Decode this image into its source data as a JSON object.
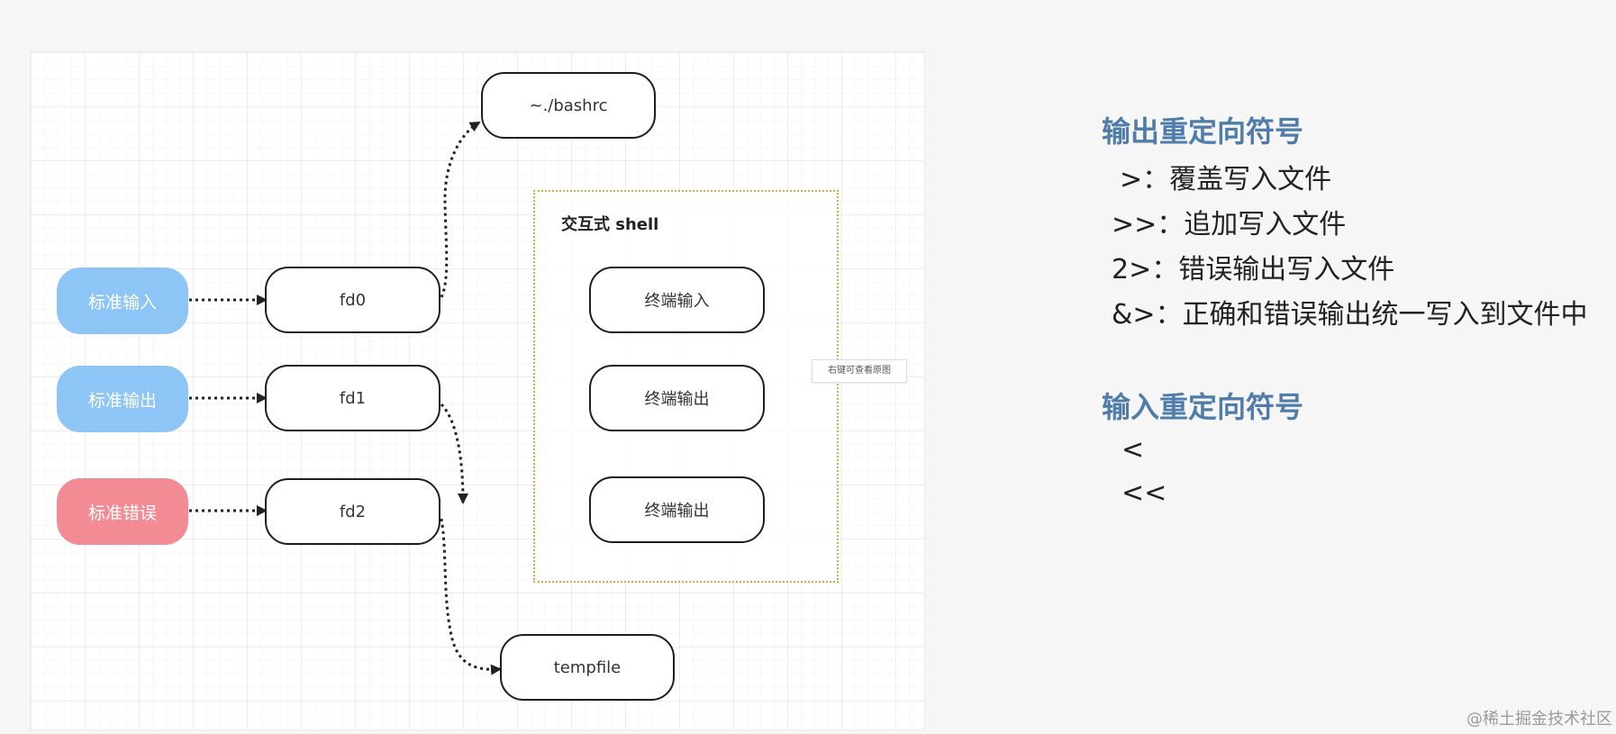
{
  "diagram": {
    "sources": [
      {
        "label": "标准输入",
        "color": "#8ec5f7"
      },
      {
        "label": "标准输出",
        "color": "#8ec5f7"
      },
      {
        "label": "标准错误",
        "color": "#f28b93"
      }
    ],
    "descriptors": [
      {
        "label": "fd0"
      },
      {
        "label": "fd1"
      },
      {
        "label": "fd2"
      }
    ],
    "bashrc": {
      "label": "~./bashrc"
    },
    "tempfile": {
      "label": "tempfile"
    },
    "shell": {
      "title": "交互式 shell",
      "items": [
        {
          "label": "终端输入"
        },
        {
          "label": "终端输出"
        },
        {
          "label": "终端输出"
        }
      ]
    },
    "tooltip": "右键可查看原图"
  },
  "panel": {
    "output_heading": "输出重定向符号",
    "output_items": [
      ">：覆盖写入文件",
      ">>：追加写入文件",
      "2>：错误输出写入文件",
      "&>：正确和错误输出统一写入到文件中"
    ],
    "input_heading": "输入重定向符号",
    "input_items": [
      "<",
      "<<"
    ]
  },
  "watermark": "@稀土掘金技术社区",
  "colors": {
    "heading": "#4f7cab",
    "shell_border": "#d8aa3e",
    "connector": "#222222"
  }
}
